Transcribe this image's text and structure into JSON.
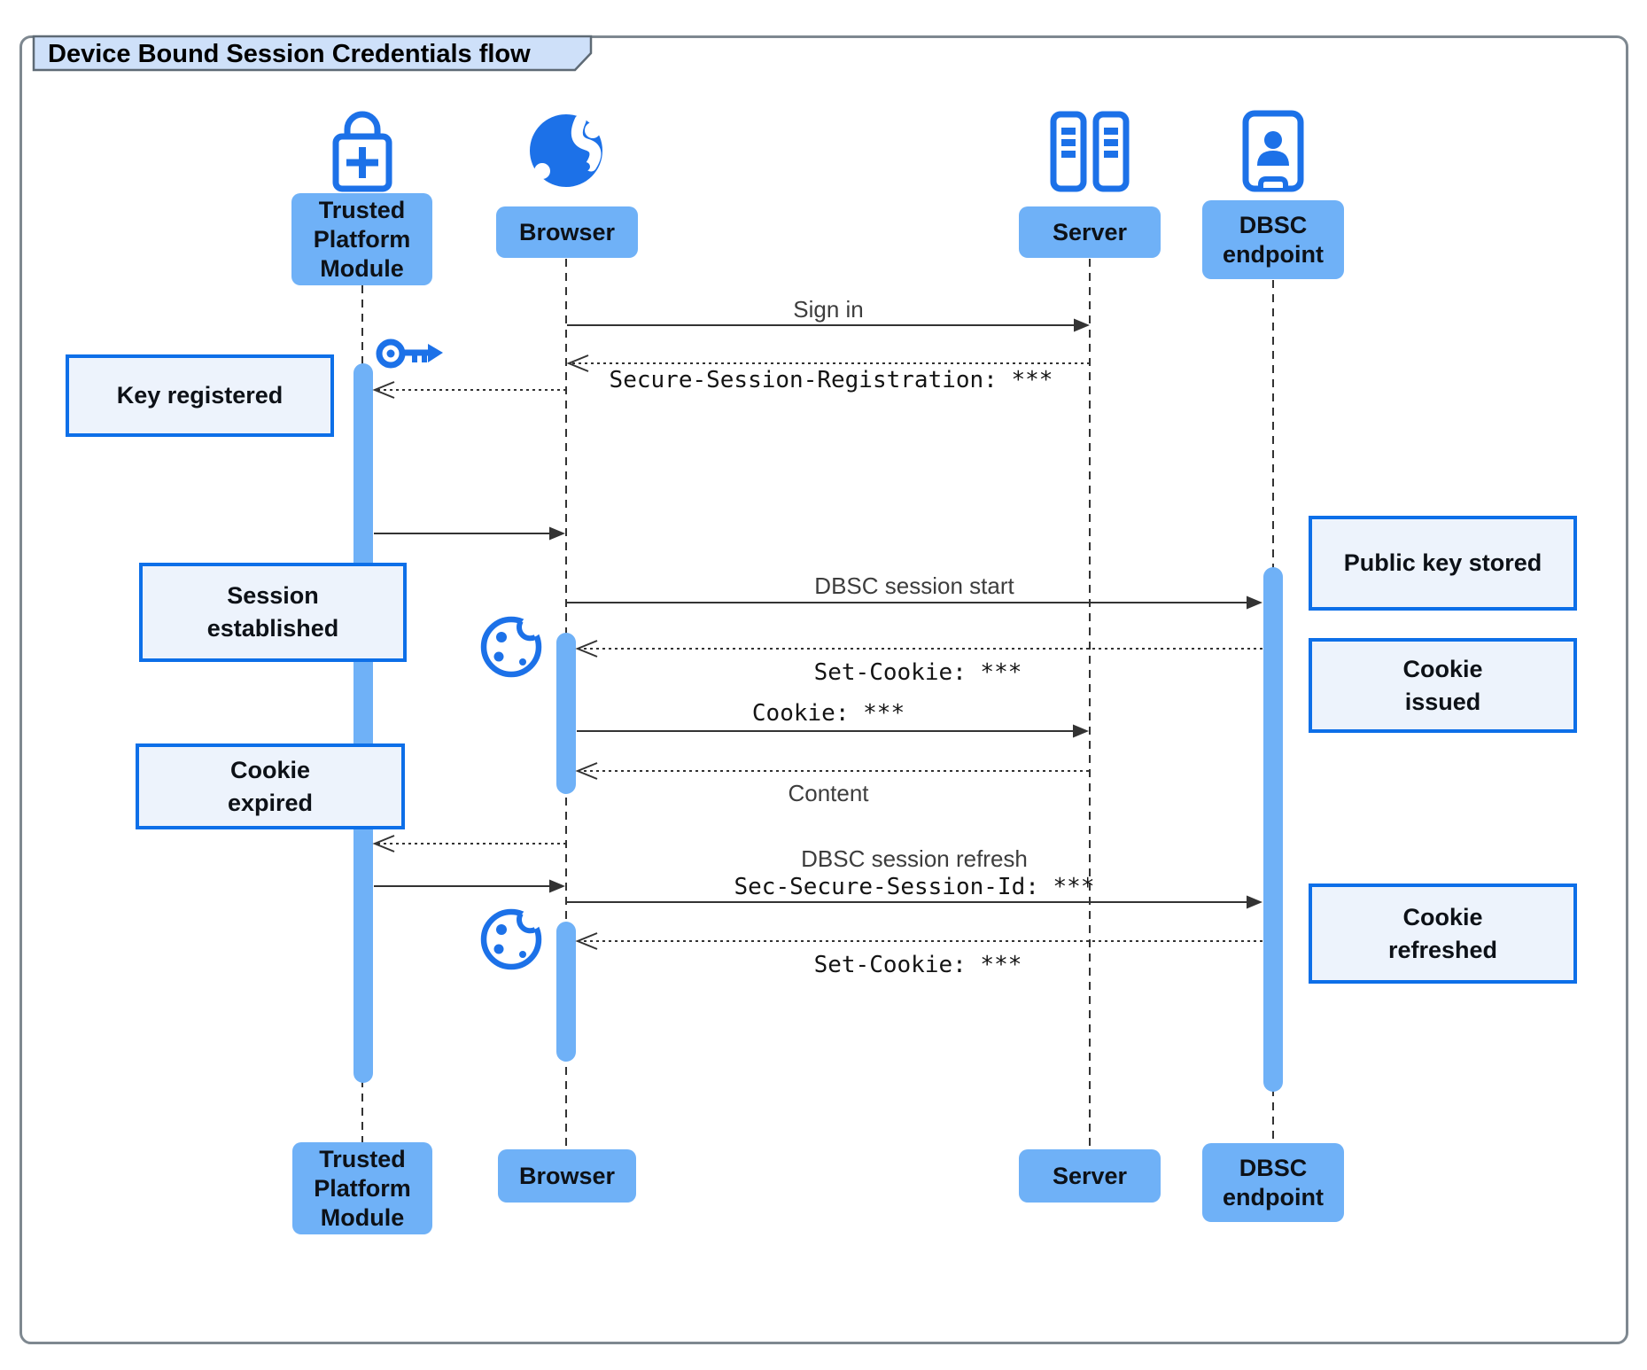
{
  "title": "Device Bound Session Credentials flow",
  "colors": {
    "actor_fill": "#6FB1F7",
    "activation_fill": "#6FB1F7",
    "icon_blue": "#1C71E8",
    "note_fill": "#EDF3FC",
    "note_border": "#0D6FE8",
    "title_tab_fill": "#CEE0F9",
    "frame_border": "#7E8890",
    "arrow": "#333333"
  },
  "actors": [
    {
      "label": "Trusted\nPlatform\nModule",
      "icon": "lock-plus-icon"
    },
    {
      "label": "Browser",
      "icon": "globe-icon"
    },
    {
      "label": "Server",
      "icon": "server-rack-icon"
    },
    {
      "label": "DBSC\nendpoint",
      "icon": "id-badge-icon"
    }
  ],
  "messages": [
    {
      "label": "Sign in",
      "from": "Browser",
      "to": "Server",
      "line": "solid",
      "font": "sans"
    },
    {
      "label": "Secure-Session-Registration: ***",
      "from": "Server",
      "to": "Browser",
      "line": "dashed",
      "font": "mono"
    },
    {
      "label": "",
      "from": "Browser",
      "to": "Trusted Platform Module",
      "line": "dashed",
      "font": "sans"
    },
    {
      "label": "",
      "from": "Trusted Platform Module",
      "to": "Browser",
      "line": "solid",
      "font": "sans"
    },
    {
      "label": "DBSC session start",
      "from": "Browser",
      "to": "DBSC endpoint",
      "line": "solid",
      "font": "sans"
    },
    {
      "label": "Set-Cookie: ***",
      "from": "DBSC endpoint",
      "to": "Browser",
      "line": "dashed",
      "font": "mono"
    },
    {
      "label": "Cookie: ***",
      "from": "Browser",
      "to": "Server",
      "line": "solid",
      "font": "mono"
    },
    {
      "label": "Content",
      "from": "Server",
      "to": "Browser",
      "line": "dashed",
      "font": "sans"
    },
    {
      "label": "",
      "from": "Browser",
      "to": "Trusted Platform Module",
      "line": "dashed",
      "font": "sans"
    },
    {
      "label": "",
      "from": "Trusted Platform Module",
      "to": "Browser",
      "line": "solid",
      "font": "sans"
    },
    {
      "label": "DBSC session refresh",
      "label2": "Sec-Secure-Session-Id: ***",
      "from": "Browser",
      "to": "DBSC endpoint",
      "line": "solid",
      "font": "sans+mono"
    },
    {
      "label": "Set-Cookie: ***",
      "from": "DBSC endpoint",
      "to": "Browser",
      "line": "dashed",
      "font": "mono"
    }
  ],
  "notes": [
    {
      "label": "Key registered",
      "side": "left"
    },
    {
      "label": "Session\nestablished",
      "side": "left"
    },
    {
      "label": "Cookie\nexpired",
      "side": "left"
    },
    {
      "label": "Public key stored",
      "side": "right"
    },
    {
      "label": "Cookie\nissued",
      "side": "right"
    },
    {
      "label": "Cookie\nrefreshed",
      "side": "right"
    }
  ]
}
